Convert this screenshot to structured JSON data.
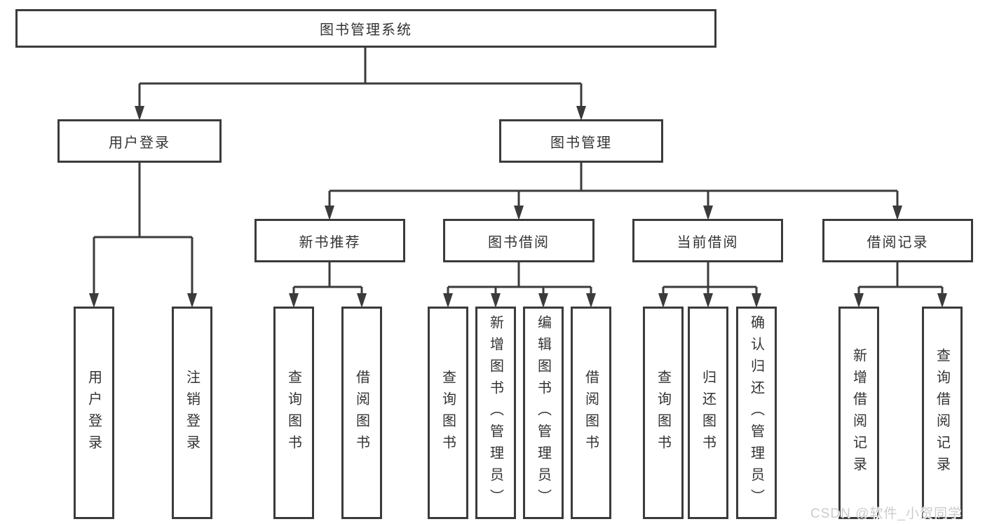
{
  "diagram": {
    "root": {
      "label": "图书管理系统"
    },
    "level2": [
      {
        "label": "用户登录"
      },
      {
        "label": "图书管理"
      }
    ],
    "level3": [
      {
        "label": "新书推荐"
      },
      {
        "label": "图书借阅"
      },
      {
        "label": "当前借阅"
      },
      {
        "label": "借阅记录"
      }
    ],
    "leaves": {
      "user_login": [
        "用户登录",
        "注销登录"
      ],
      "new_books": [
        "查询图书",
        "借阅图书"
      ],
      "book_borrowing": [
        "查询图书",
        "新增图书（管理员）",
        "编辑图书（管理员）",
        "借阅图书"
      ],
      "current_borrowing": [
        "查询图书",
        "归还图书",
        "确认归还（管理员）"
      ],
      "borrow_records": [
        "新增借阅记录",
        "查询借阅记录"
      ]
    }
  },
  "watermark": {
    "text": "CSDN @软件_小贺同学"
  },
  "colors": {
    "line": "#3b3b3b",
    "text": "#333333",
    "watermark": "#cccccc",
    "background": "#ffffff"
  }
}
